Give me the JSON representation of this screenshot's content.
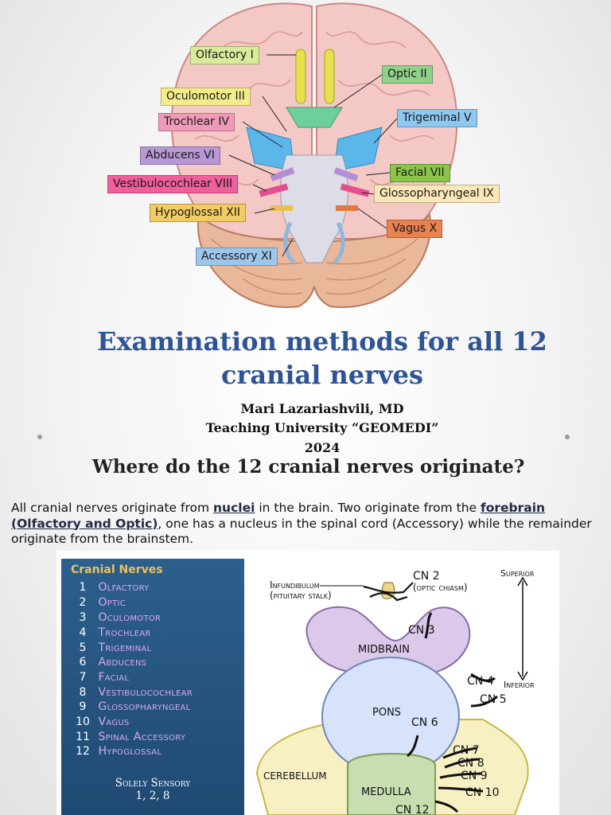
{
  "nerve_labels": [
    {
      "text": "Olfactory I",
      "color": "#d9ea9a"
    },
    {
      "text": "Optic II",
      "color": "#8fd08a"
    },
    {
      "text": "Oculomotor III",
      "color": "#f3ec8c"
    },
    {
      "text": "Trochlear IV",
      "color": "#ef9ab8"
    },
    {
      "text": "Trigeminal V",
      "color": "#8cc8f0"
    },
    {
      "text": "Abducens VI",
      "color": "#b797d4"
    },
    {
      "text": "Facial VII",
      "color": "#8ac44a"
    },
    {
      "text": "Vestibulocochlear VIII",
      "color": "#ee5f9c"
    },
    {
      "text": "Glossopharyngeal IX",
      "color": "#fbe7b8"
    },
    {
      "text": "Hypoglossal XII",
      "color": "#f1cb64"
    },
    {
      "text": "Vagus X",
      "color": "#e8824e"
    },
    {
      "text": "Accessory XI",
      "color": "#9cc7ea"
    }
  ],
  "title": "Examination methods for all 12 cranial nerves",
  "author": "Mari Lazariashvili, MD",
  "institution": "Teaching University “GEOMEDI”",
  "year": "2024",
  "question": "Where do the 12 cranial nerves originate?",
  "paragraph": {
    "p1": "All cranial nerves originate from ",
    "link1": "nuclei",
    "p2": " in the brain. Two originate from the ",
    "link2": "forebrain (Olfactory and Optic)",
    "p3": ", one has a nucleus in the spinal cord (Accessory) while the remainder originate from the brainstem."
  },
  "cn_panel": {
    "title": "Cranial Nerves",
    "items": [
      {
        "num": "1",
        "name": "Olfactory"
      },
      {
        "num": "2",
        "name": "Optic"
      },
      {
        "num": "3",
        "name": "Oculomotor"
      },
      {
        "num": "4",
        "name": "Trochlear"
      },
      {
        "num": "5",
        "name": "Trigeminal"
      },
      {
        "num": "6",
        "name": "Abducens"
      },
      {
        "num": "7",
        "name": "Facial"
      },
      {
        "num": "8",
        "name": "Vestibulocochlear"
      },
      {
        "num": "9",
        "name": "Glossopharyngeal"
      },
      {
        "num": "10",
        "name": "Vagus"
      },
      {
        "num": "11",
        "name": "Spinal Accessory"
      },
      {
        "num": "12",
        "name": "Hypoglossal"
      }
    ],
    "sensory_label": "Solely Sensory",
    "sensory_values": "1, 2, 8"
  },
  "diagram": {
    "infundibulum": "Infundibulum",
    "pituitary": "(pituitary stalk)",
    "cn2": "CN 2",
    "chiasm": "(optic chiasm)",
    "superior": "Superior",
    "inferior": "Inferior",
    "cn3": "CN 3",
    "midbrain": "MIDBRAIN",
    "cn4": "CN 4",
    "cn5": "CN 5",
    "pons": "PONS",
    "cn6": "CN 6",
    "cn7": "CN 7",
    "cn8": "CN 8",
    "cn9": "CN 9",
    "cn10": "CN 10",
    "cn12": "CN 12",
    "cerebellum": "CEREBELLUM",
    "medulla": "MEDULLA"
  }
}
